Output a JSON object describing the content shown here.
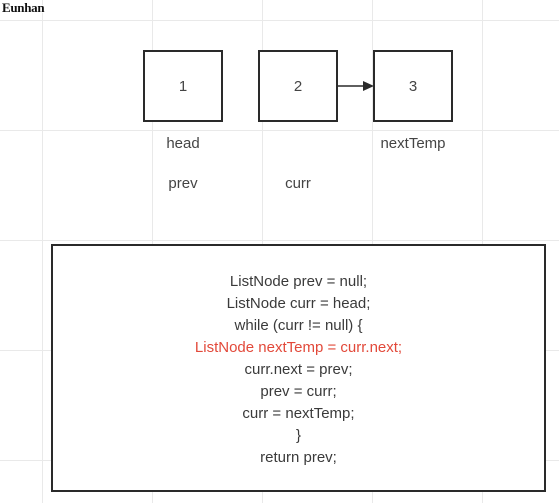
{
  "watermark": "Eunhan",
  "nodes": [
    "1",
    "2",
    "3"
  ],
  "labels": {
    "head": "head",
    "next_temp": "nextTemp",
    "prev": "prev",
    "curr": "curr"
  },
  "code": [
    {
      "text": "ListNode prev = null;",
      "highlight": false
    },
    {
      "text": "ListNode curr = head;",
      "highlight": false
    },
    {
      "text": "while (curr != null) {",
      "highlight": false
    },
    {
      "text": "ListNode nextTemp = curr.next;",
      "highlight": true
    },
    {
      "text": "curr.next = prev;",
      "highlight": false
    },
    {
      "text": "prev = curr;",
      "highlight": false
    },
    {
      "text": "curr = nextTemp;",
      "highlight": false
    },
    {
      "text": "}",
      "highlight": false
    },
    {
      "text": "return prev;",
      "highlight": false
    }
  ],
  "colors": {
    "highlight": "#e2493a",
    "stroke": "#2a2a2a"
  }
}
